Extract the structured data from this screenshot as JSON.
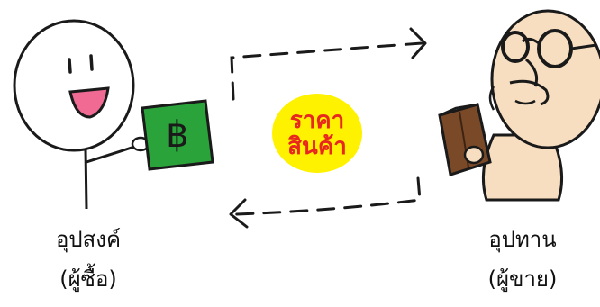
{
  "buyer": {
    "title": "อุปสงค์",
    "subtitle": "(ผู้ซื้อ)",
    "banknote_symbol": "฿"
  },
  "seller": {
    "title": "อุปทาน",
    "subtitle": "(ผู้ขาย)"
  },
  "center_badge": {
    "line1": "ราคา",
    "line2": "สินค้า",
    "text_color": "#e8271f",
    "fill_color": "#fff200"
  },
  "colors": {
    "stroke": "#1a1a1a",
    "banknote": "#29a33a",
    "mouth": "#f06a93",
    "seller_skin": "#f7dec0",
    "bag": "#7a4a28"
  }
}
